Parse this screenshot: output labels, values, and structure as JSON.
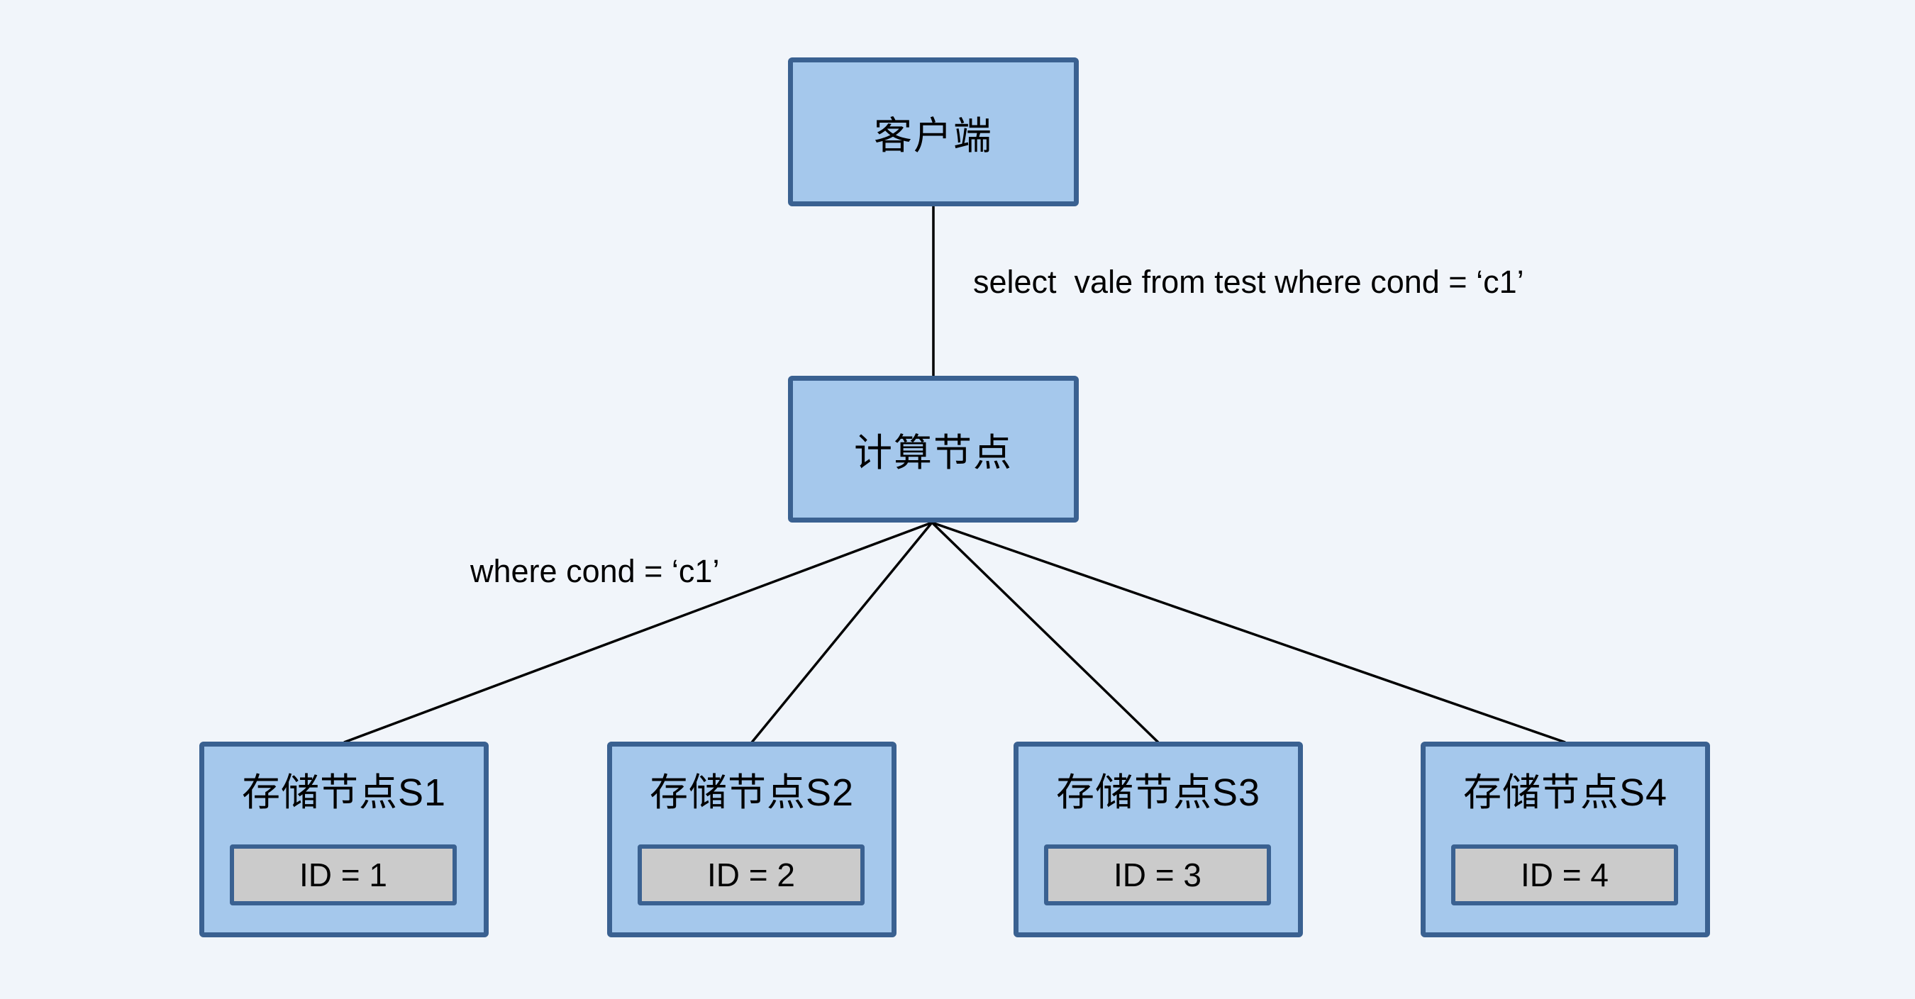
{
  "diagram": {
    "nodes": {
      "client": {
        "label": "客户端"
      },
      "compute": {
        "label": "计算节点"
      },
      "storage": [
        {
          "label": "存储节点S1",
          "id_label": "ID = 1"
        },
        {
          "label": "存储节点S2",
          "id_label": "ID = 2"
        },
        {
          "label": "存储节点S3",
          "id_label": "ID = 3"
        },
        {
          "label": "存储节点S4",
          "id_label": "ID = 4"
        }
      ]
    },
    "edge_labels": {
      "query": "select  vale from test where cond = ‘c1’",
      "shard": "where cond = ‘c1’"
    },
    "colors": {
      "background": "#F1F5FA",
      "node_fill": "#A5C8EC",
      "node_border": "#3A6191",
      "id_box_fill": "#CBCBCB",
      "line": "#000000"
    }
  }
}
